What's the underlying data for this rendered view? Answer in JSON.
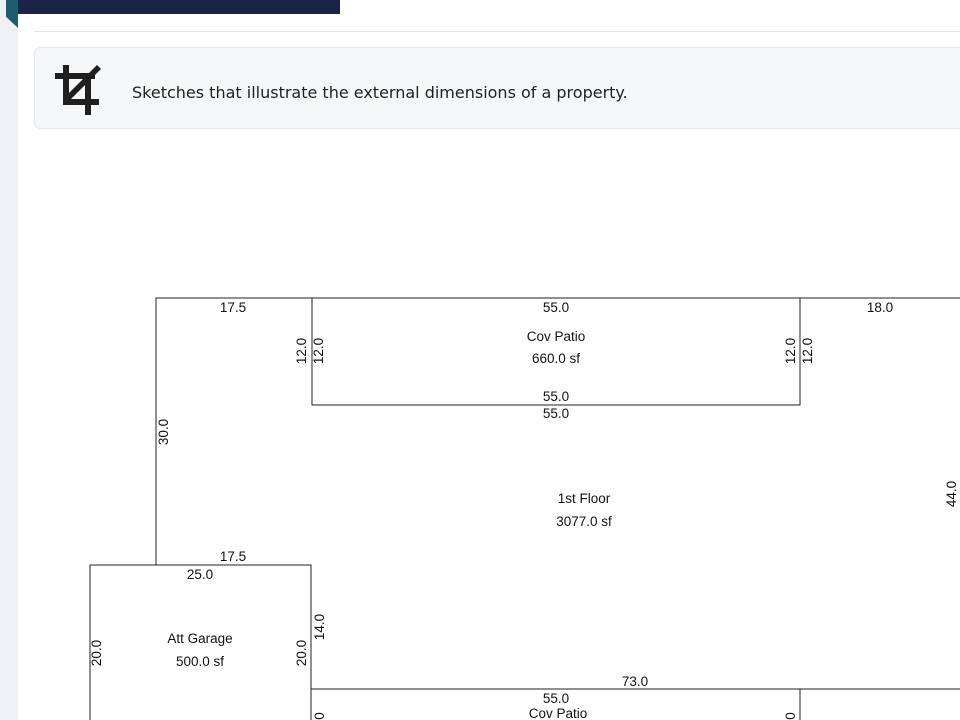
{
  "header": {
    "icon": "crop-icon",
    "description": "Sketches that illustrate the external dimensions of a property."
  },
  "sketch": {
    "areas": {
      "cov_patio_top": {
        "name": "Cov Patio",
        "area": "660.0 sf"
      },
      "first_floor": {
        "name": "1st Floor",
        "area": "3077.0 sf"
      },
      "att_garage": {
        "name": "Att Garage",
        "area": "500.0 sf"
      },
      "cov_patio_bottom": {
        "name": "Cov Patio"
      }
    },
    "dimensions": {
      "top_left_width": "17.5",
      "patio_top_width": "55.0",
      "top_right_width": "18.0",
      "patio_left_outer": "12.0",
      "patio_left_inner": "12.0",
      "patio_right_outer": "12.0",
      "patio_right_inner": "12.0",
      "patio_bottom_outer": "55.0",
      "patio_bottom_inner": "55.0",
      "left_height": "30.0",
      "right_height": "44.0",
      "step_width": "17.5",
      "garage_width": "25.0",
      "garage_left_height": "20.0",
      "garage_right_height": "20.0",
      "step_height": "14.0",
      "bottom_width": "73.0",
      "bottom_patio_width": "55.0",
      "bottom_left_partial": "0",
      "bottom_right_partial": "0"
    }
  }
}
